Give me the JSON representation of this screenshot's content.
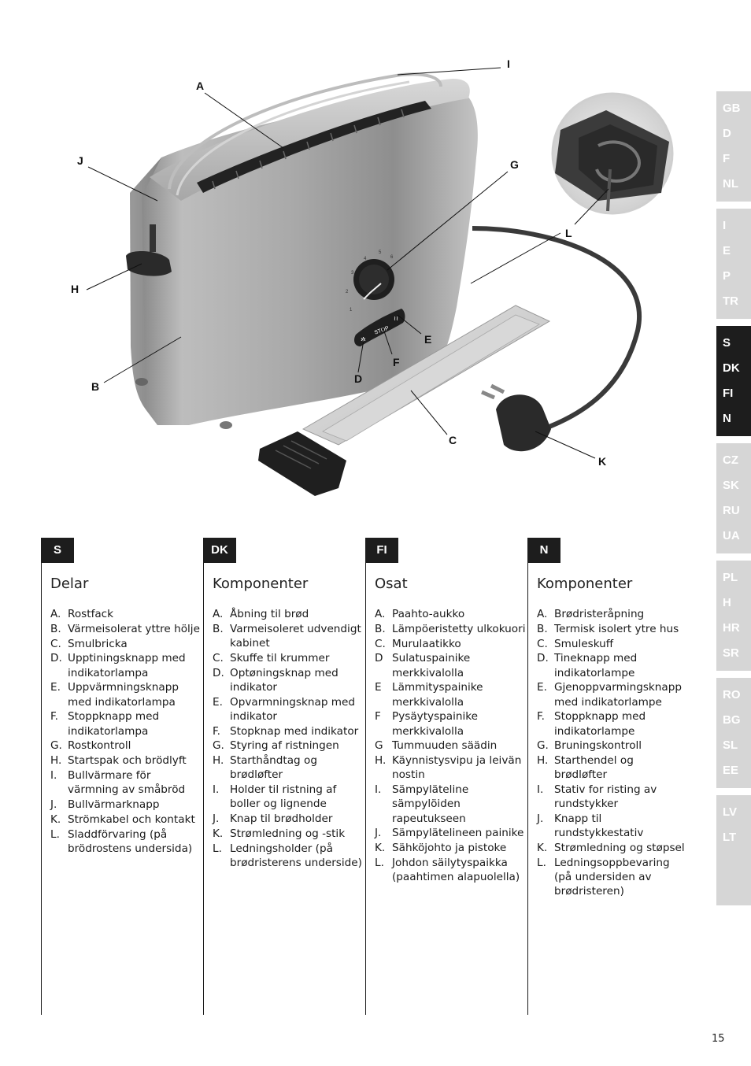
{
  "figure": {
    "callouts": {
      "A": "A",
      "B": "B",
      "C": "C",
      "D": "D",
      "E": "E",
      "F": "F",
      "G": "G",
      "H": "H",
      "I": "I",
      "J": "J",
      "K": "K",
      "L": "L"
    },
    "stop_label": "STOP",
    "dial_numbers": [
      "1",
      "2",
      "3",
      "4",
      "5",
      "6"
    ]
  },
  "language_tabs": [
    {
      "items": [
        "GB",
        "D",
        "F",
        "NL"
      ],
      "active": false
    },
    {
      "items": [
        "I",
        "E",
        "P",
        "TR"
      ],
      "active": false
    },
    {
      "items": [
        "S",
        "DK",
        "FI",
        "N"
      ],
      "active": true
    },
    {
      "items": [
        "CZ",
        "SK",
        "RU",
        "UA"
      ],
      "active": false
    },
    {
      "items": [
        "PL",
        "H",
        "HR",
        "SR"
      ],
      "active": false
    },
    {
      "items": [
        "RO",
        "BG",
        "SL",
        "EE"
      ],
      "active": false
    },
    {
      "items": [
        "LV",
        "LT"
      ],
      "active": false
    }
  ],
  "columns": [
    {
      "tag": "S",
      "title": "Delar",
      "items": [
        {
          "key": "A.",
          "text": "Rostfack"
        },
        {
          "key": "B.",
          "text": "Värmeisolerat yttre hölje"
        },
        {
          "key": "C.",
          "text": "Smulbricka"
        },
        {
          "key": "D.",
          "text": "Upptiningsknapp med indikatorlampa"
        },
        {
          "key": "E.",
          "text": "Uppvärmningsknapp med indikatorlampa"
        },
        {
          "key": "F.",
          "text": "Stoppknapp med indikatorlampa"
        },
        {
          "key": "G.",
          "text": "Rostkontroll"
        },
        {
          "key": "H.",
          "text": "Startspak och brödlyft"
        },
        {
          "key": "I.",
          "text": "Bullvärmare för värmning av småbröd"
        },
        {
          "key": "J.",
          "text": "Bullvärmarknapp"
        },
        {
          "key": "K.",
          "text": "Strömkabel och kontakt"
        },
        {
          "key": "L.",
          "text": "Sladdförvaring (på brödrostens undersida)"
        }
      ]
    },
    {
      "tag": "DK",
      "title": "Komponenter",
      "items": [
        {
          "key": "A.",
          "text": "Åbning til brød"
        },
        {
          "key": "B.",
          "text": "Varmeisoleret udvendigt kabinet"
        },
        {
          "key": "C.",
          "text": "Skuffe til krummer"
        },
        {
          "key": "D.",
          "text": "Optøningsknap med indikator"
        },
        {
          "key": "E.",
          "text": "Opvarmningsknap med indikator"
        },
        {
          "key": "F.",
          "text": "Stopknap med indikator"
        },
        {
          "key": "G.",
          "text": "Styring af ristningen"
        },
        {
          "key": "H.",
          "text": "Starthåndtag og brødløfter"
        },
        {
          "key": "I.",
          "text": "Holder til ristning af boller og lignende"
        },
        {
          "key": "J.",
          "text": "Knap til brødholder"
        },
        {
          "key": "K.",
          "text": "Strømledning og -stik"
        },
        {
          "key": "L.",
          "text": "Ledningsholder (på brødristerens underside)"
        }
      ]
    },
    {
      "tag": "FI",
      "title": "Osat",
      "items": [
        {
          "key": "A.",
          "text": "Paahto-aukko"
        },
        {
          "key": "B.",
          "text": "Lämpöeristetty ulkokuori"
        },
        {
          "key": "C.",
          "text": "Murulaatikko"
        },
        {
          "key": "D",
          "text": "Sulatuspainike merkkivalolla"
        },
        {
          "key": "E",
          "text": "Lämmityspainike merkkivalolla"
        },
        {
          "key": "F",
          "text": "Pysäytyspainike merkkivalolla"
        },
        {
          "key": "G",
          "text": "Tummuuden säädin"
        },
        {
          "key": "H.",
          "text": "Käynnistysvipu ja leivän nostin"
        },
        {
          "key": "I.",
          "text": "Sämpyläteline sämpylöiden rapeutukseen"
        },
        {
          "key": "J.",
          "text": "Sämpylätelineen painike"
        },
        {
          "key": "K.",
          "text": "Sähköjohto ja pistoke"
        },
        {
          "key": "L.",
          "text": " Johdon säilytyspaikka (paahtimen alapuolella)"
        }
      ]
    },
    {
      "tag": "N",
      "title": "Komponenter",
      "items": [
        {
          "key": "A.",
          "text": "Brødristeråpning"
        },
        {
          "key": "B.",
          "text": "Termisk isolert ytre hus"
        },
        {
          "key": "C.",
          "text": "Smuleskuff"
        },
        {
          "key": "D.",
          "text": "Tineknapp med indikatorlampe"
        },
        {
          "key": "E.",
          "text": "Gjenoppvarmingsknapp med indikatorlampe"
        },
        {
          "key": "F.",
          "text": "Stoppknapp med indikatorlampe"
        },
        {
          "key": "G.",
          "text": "Bruningskontroll"
        },
        {
          "key": "H.",
          "text": "Starthendel og brødløfter"
        },
        {
          "key": "I.",
          "text": "Stativ for risting av rundstykker"
        },
        {
          "key": "J.",
          "text": "Knapp til rundstykkestativ"
        },
        {
          "key": "K.",
          "text": "Strømledning og støpsel"
        },
        {
          "key": "L.",
          "text": "Ledningsoppbevaring (på undersiden av brødristeren)"
        }
      ]
    }
  ],
  "page_number": "15"
}
